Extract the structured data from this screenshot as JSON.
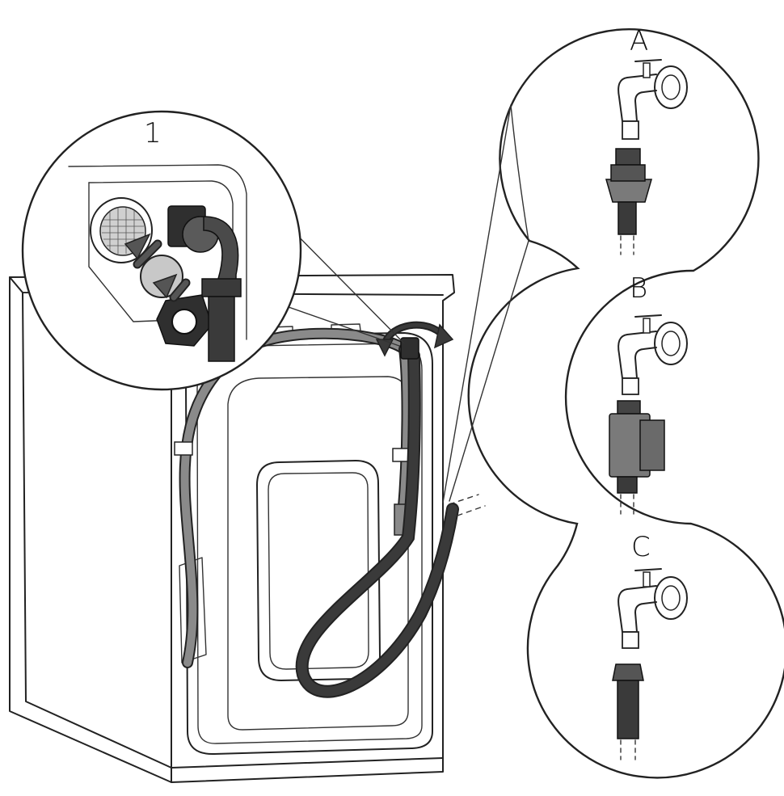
{
  "labels": {
    "step": "1",
    "option_a": "A",
    "option_b": "B",
    "option_c": "C"
  },
  "colors": {
    "outline": "#222222",
    "inlet_hose": "#8a8a8a",
    "drain_hose": "#3a3a3a",
    "fitting_dark": "#2f2f2f",
    "fitting_mid": "#7a7a7a",
    "filter_light": "#c8c8c8"
  },
  "icons": [
    "rotate-arrow-icon",
    "push-arrow-icon",
    "tap-icon",
    "filter-mesh-icon"
  ]
}
